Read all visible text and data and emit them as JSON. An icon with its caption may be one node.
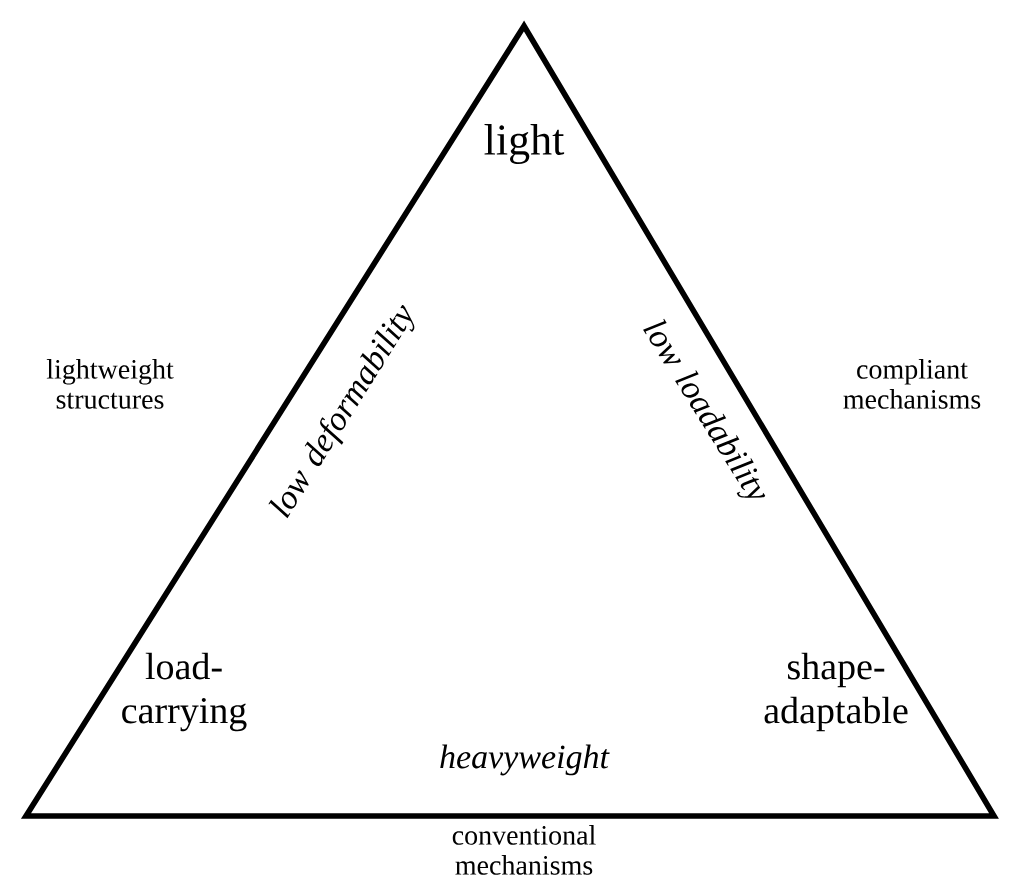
{
  "diagram": {
    "nodes": [
      {
        "text": [
          "light",
          "load-carrying",
          "shape-adaptable",
          "low deformability",
          "low loadability",
          "heavyweight"
        ]
      }
    ],
    "labels": [
      "lightweight structures",
      "compliant mechanisms",
      "conventional mechanisms"
    ]
  }
}
